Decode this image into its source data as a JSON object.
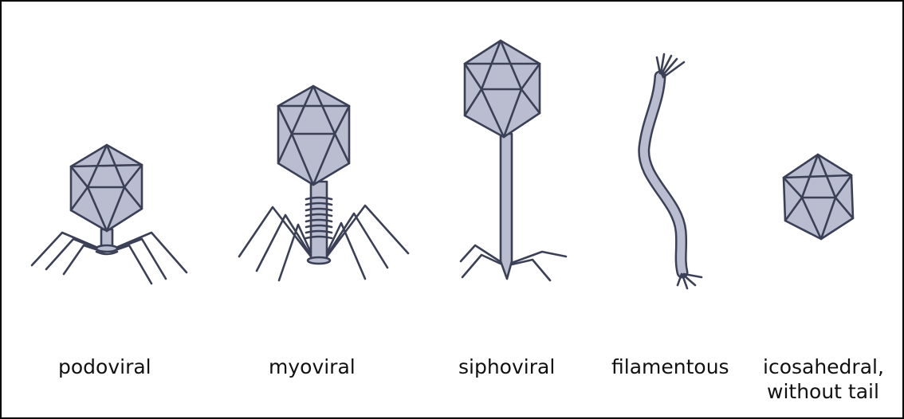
{
  "labels": {
    "podoviral": "podoviral",
    "myoviral": "myoviral",
    "siphoviral": "siphoviral",
    "filamentous": "filamentous",
    "icosahedral_line1": "icosahedral,",
    "icosahedral_line2": "without tail"
  },
  "colors": {
    "fill": "#b9bdcf",
    "stroke": "#3b4057",
    "border": "#000000"
  }
}
